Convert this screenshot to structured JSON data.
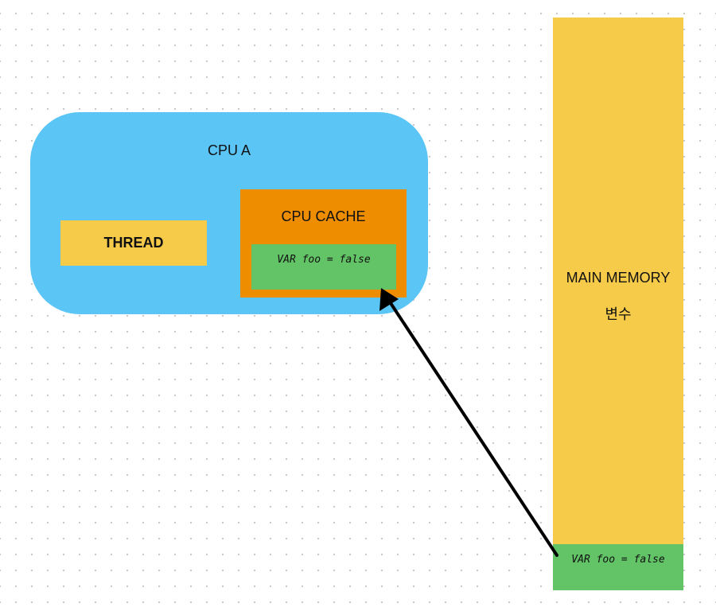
{
  "cpu": {
    "title": "CPU A",
    "color": "#5BC5F6",
    "thread": {
      "label": "THREAD",
      "color": "#F6CB4A"
    },
    "cache": {
      "title": "CPU CACHE",
      "color": "#EE8D00",
      "variable": {
        "text": "VAR foo = false",
        "color": "#62C466"
      }
    }
  },
  "main_memory": {
    "title": "MAIN MEMORY",
    "subtitle": "변수",
    "color": "#F6CB4A",
    "variable": {
      "text": "VAR foo = false",
      "color": "#62C466"
    }
  },
  "connector": {
    "from": "main_memory.variable",
    "to": "cpu.cache.variable",
    "style": "arrow",
    "color": "#000000"
  }
}
